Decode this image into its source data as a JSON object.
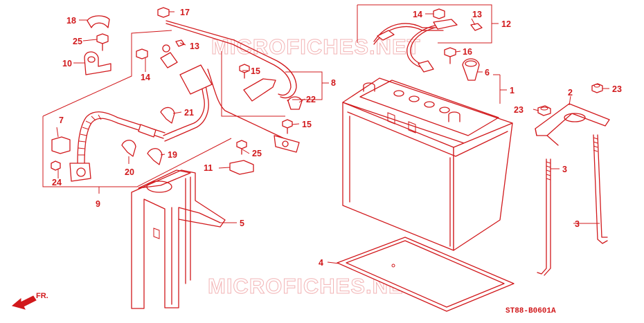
{
  "watermark": "MICROFICHES.NET",
  "diagram_code": "ST88-B0601A",
  "front_label": "FR.",
  "callouts": {
    "c1": "1",
    "c2": "2",
    "c3a": "3",
    "c3b": "3",
    "c4": "4",
    "c5": "5",
    "c6": "6",
    "c7": "7",
    "c8": "8",
    "c9": "9",
    "c10": "10",
    "c11": "11",
    "c12": "12",
    "c13a": "13",
    "c13b": "13",
    "c14a": "14",
    "c14b": "14",
    "c15a": "15",
    "c15b": "15",
    "c16": "16",
    "c17": "17",
    "c18": "18",
    "c19": "19",
    "c20": "20",
    "c21": "21",
    "c22": "22",
    "c23a": "23",
    "c23b": "23",
    "c24": "24",
    "c25a": "25",
    "c25b": "25"
  },
  "colors": {
    "line": "#d1181b",
    "watermark": "#f2b3b4",
    "background": "#ffffff"
  }
}
